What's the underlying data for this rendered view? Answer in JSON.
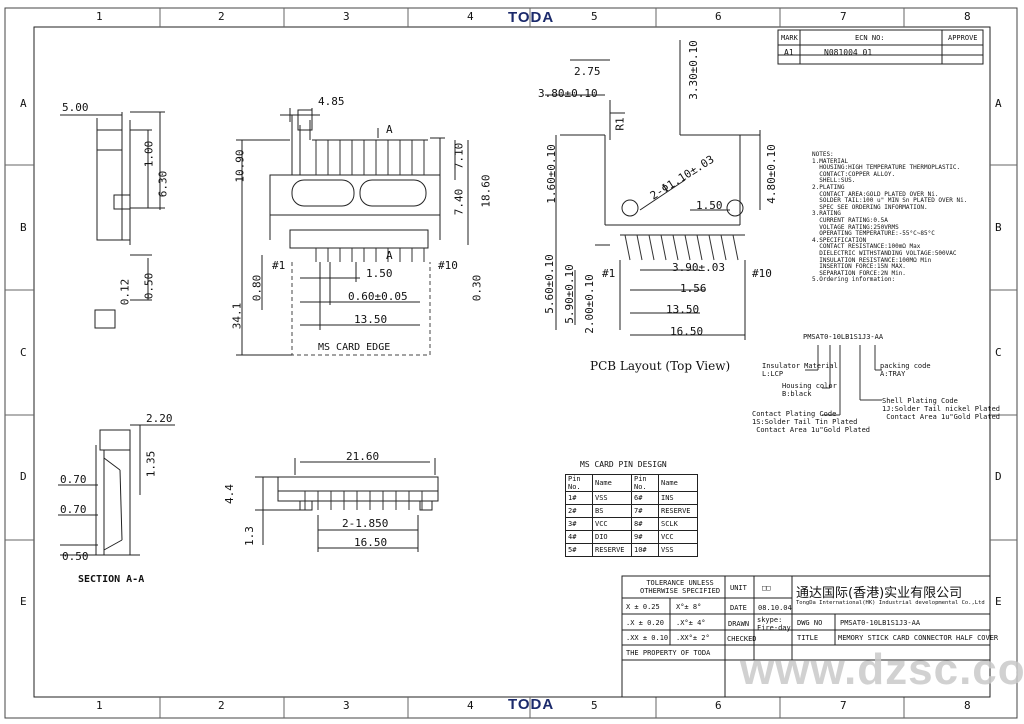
{
  "brand": "TODA",
  "col_markers": [
    "1",
    "2",
    "3",
    "4",
    "5",
    "6",
    "7",
    "8"
  ],
  "row_markers": [
    "A",
    "B",
    "C",
    "D",
    "E"
  ],
  "revision_table": {
    "headers": [
      "MARK",
      "ECN NO:",
      "APPROVE"
    ],
    "rows": [
      [
        "A1",
        "N081004 01",
        ""
      ]
    ]
  },
  "dims_left": {
    "d500": "5.00",
    "d100": "1.00",
    "d630": "6.30",
    "d050": "0.50",
    "d012": "0.12"
  },
  "dims_front": {
    "d485": "4.85",
    "a": "A",
    "d1090": "10.90",
    "d710": "7.10",
    "d740": "7.40",
    "d1860": "18.60",
    "d080": "0.80",
    "d341": "34.1",
    "d150": "1.50",
    "d060": "0.60±0.05",
    "d1350": "13.50",
    "d030": "0.30",
    "pin1": "#1",
    "pin10": "#10",
    "card_edge": "MS CARD EDGE"
  },
  "dims_pcb": {
    "d275": "2.75",
    "d330": "3.30±0.10",
    "d380": "3.80±0.10",
    "r1": "R1",
    "d160": "1.60±0.10",
    "d480": "4.80±0.10",
    "d1150": "1.50",
    "hole": "2-Φ1.10±.03",
    "d560": "5.60±0.10",
    "d590": "5.90±0.10",
    "d200": "2.00±0.10",
    "d390": "3.90±.03",
    "d156": "1.56",
    "d1350": "13.50",
    "d1650": "16.50",
    "pin1": "#1",
    "pin10": "#10"
  },
  "pcb_title": "PCB Layout (Top View)",
  "dims_section": {
    "d220": "2.20",
    "d135": "1.35",
    "d070a": "0.70",
    "d070b": "0.70",
    "d050": "0.50",
    "title": "SECTION A-A"
  },
  "dims_bottom": {
    "d2160": "21.60",
    "d44": "4.4",
    "d13": "1.3",
    "d1850": "2-1.850",
    "d1650": "16.50"
  },
  "notes": "NOTES:\n1.MATERIAL\n  HOUSING:HIGH TEMPERATURE THERMOPLASTIC.\n  CONTACT:COPPER ALLOY.\n  SHELL:SUS.\n2.PLATING\n  CONTACT AREA:GOLD PLATED OVER Ni.\n  SOLDER TAIL:100 u\" MIN Sn PLATED OVER Ni.\n  SPEC SEE ORDERING INFORMATION.\n3.RATING\n  CURRENT RATING:0.5A\n  VOLTAGE RATING:250VRMS\n  OPERATING TEMPERATURE:-55°C~85°C\n4.SPECIFICATION\n  CONTACT RESISTANCE:100mΩ Max\n  DIELECTRIC WITHSTANDING VOLTAGE:500VAC\n  INSULATION RESISTANCE:100MΩ Min\n  INSERTION FORCE:15N MAX.\n  SEPARATION FORCE:2N Min.\n5.Ordering information:",
  "part_code": "PMSAT0-10LB1S1J3-AA",
  "ordering_labels": {
    "insulator": "Insulator Material\nL:LCP",
    "housing": "Housing color\nB:black",
    "contact": "Contact Plating Code\n1S:Solder Tail Tin Plated\n Contact Area 1u\"Gold Plated",
    "packing": "packing code\nA:TRAY",
    "shell": "Shell Plating Code\n1J:Solder Tail nickel Plated\n Contact Area 1u\"Gold Plated"
  },
  "pin_table": {
    "title": "MS CARD PIN DESIGN",
    "headers": [
      "Pin No.",
      "Name",
      "Pin No.",
      "Name"
    ],
    "rows": [
      [
        "1#",
        "VSS",
        "6#",
        "INS"
      ],
      [
        "2#",
        "BS",
        "7#",
        "RESERVE"
      ],
      [
        "3#",
        "VCC",
        "8#",
        "SCLK"
      ],
      [
        "4#",
        "DIO",
        "9#",
        "VCC"
      ],
      [
        "5#",
        "RESERVE",
        "10#",
        "VSS"
      ]
    ]
  },
  "title_block": {
    "tol_title": "TOLERANCE UNLESS\nOTHERWISE SPECIFIED",
    "tol": [
      [
        "X ± 0.25",
        "X°± 8°"
      ],
      [
        ".X ± 0.20",
        ".X°± 4°"
      ],
      [
        ".XX ± 0.10",
        ".XX°± 2°"
      ]
    ],
    "unit_label": "UNIT",
    "unit_value": "□□",
    "date_label": "DATE",
    "date_value": "08.10.04",
    "drawn_label": "DRAWN",
    "drawn_value": "skype:\nFire-day",
    "checked_label": "CHECKED",
    "company_cn": "通达国际(香港)实业有限公司",
    "company_en": "TongDa International(HK) Industrial developmental Co.,Ltd",
    "dwg_label": "DWG NO",
    "dwg_value": "PMSAT0-10LB1S1J3-AA",
    "title_label": "TITLE",
    "title_value": "MEMORY STICK CARD CONNECTOR HALF COVER",
    "property": "THE PROPERTY OF TODA"
  },
  "watermark": "www.dzsc.com"
}
